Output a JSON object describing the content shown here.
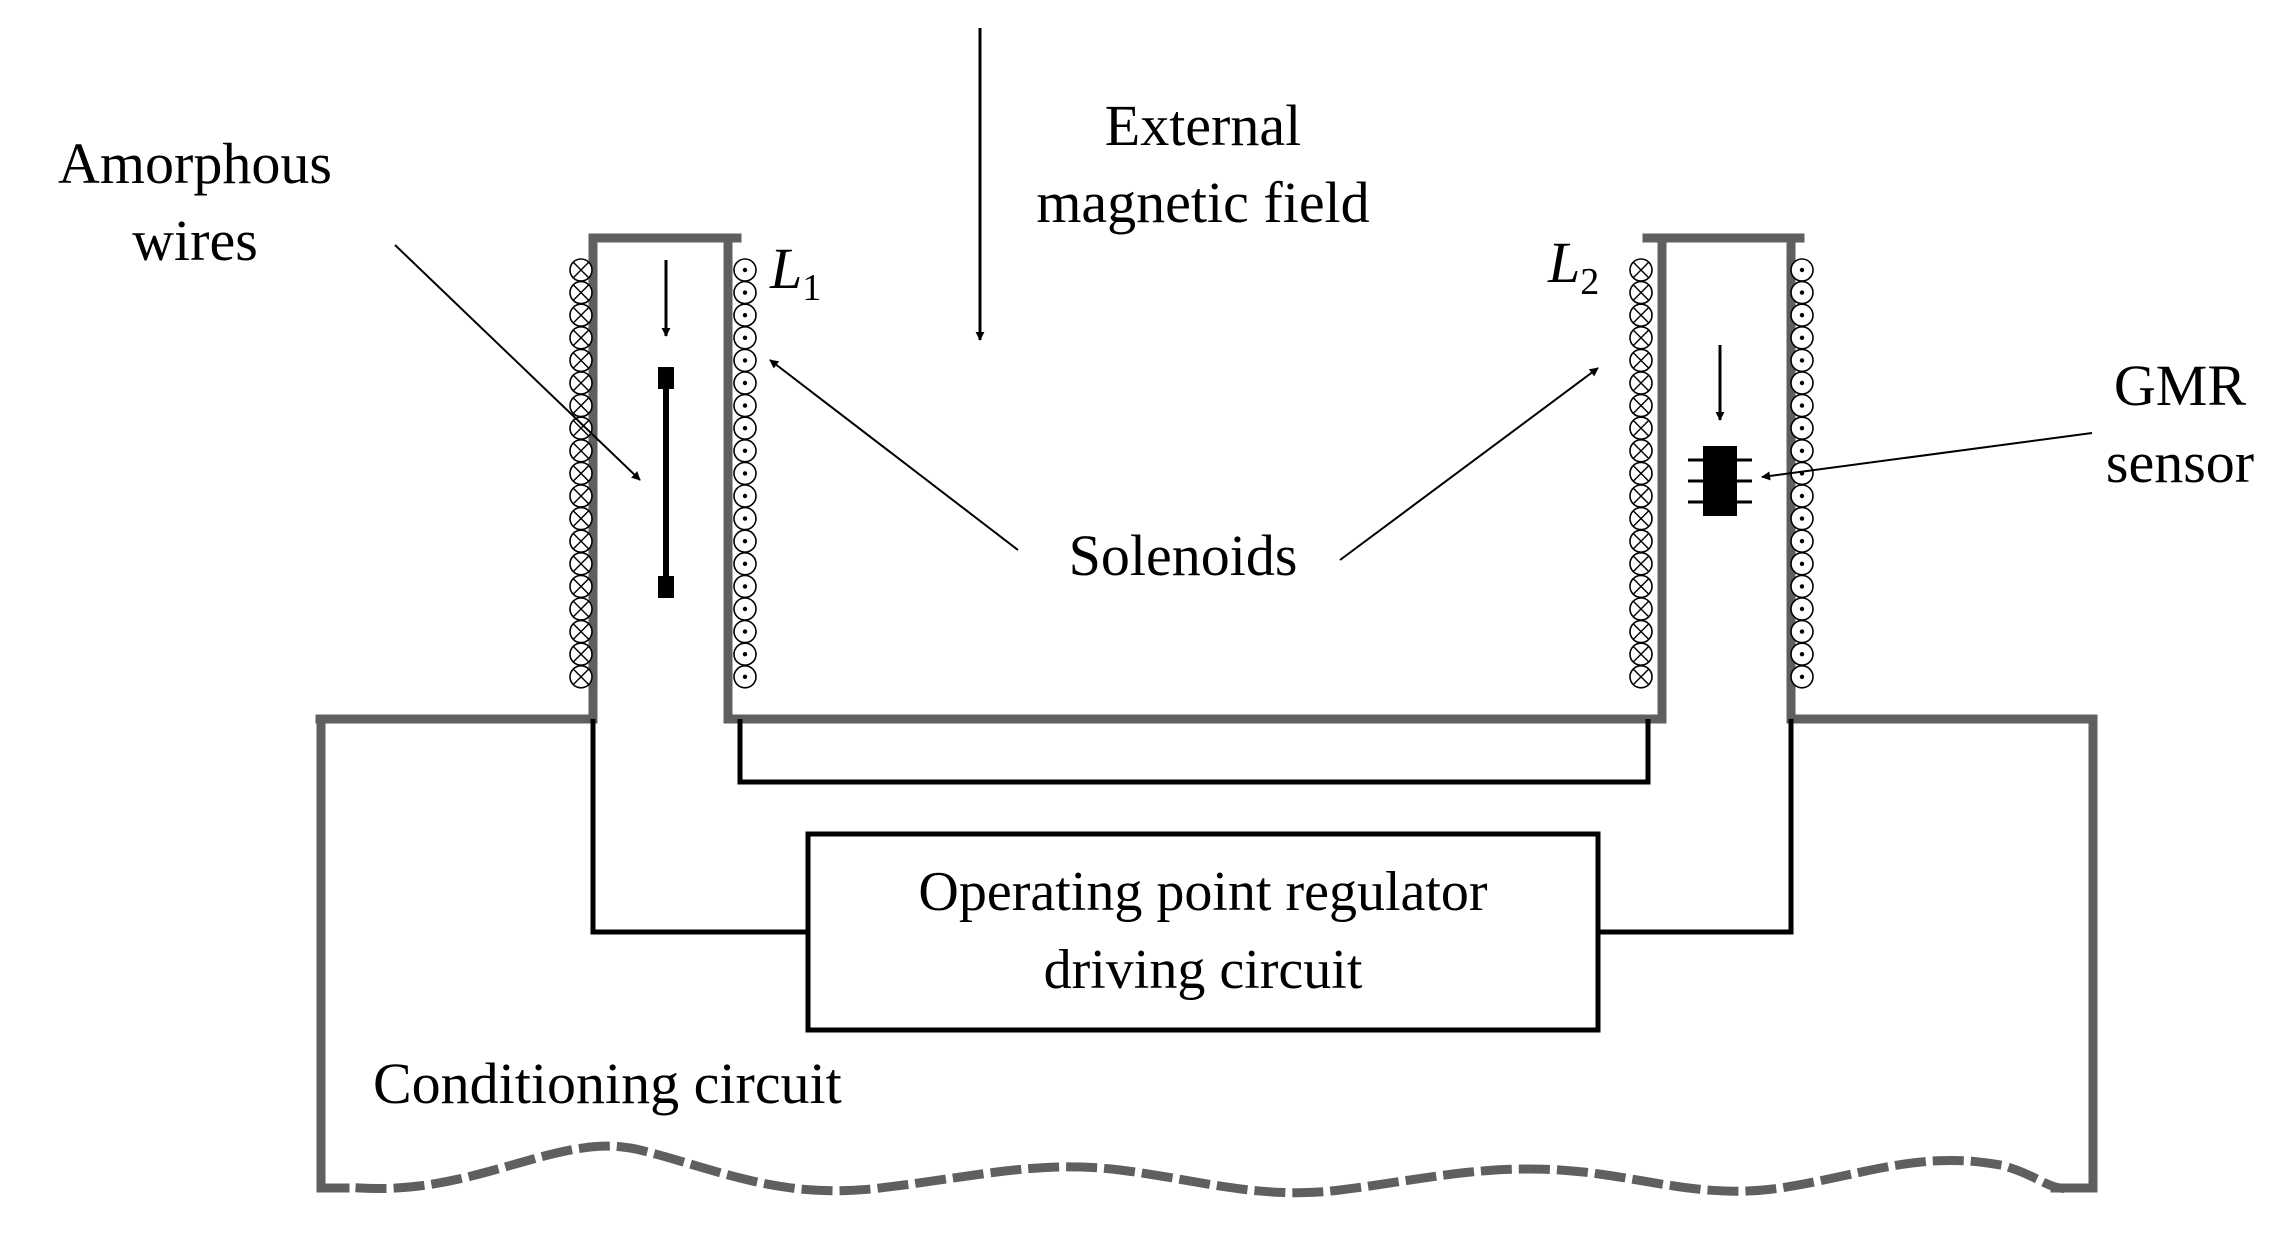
{
  "labels": {
    "external_field": [
      "External",
      "magnetic field"
    ],
    "amorphous_wires": [
      "Amorphous",
      "wires"
    ],
    "solenoids": "Solenoids",
    "gmr_sensor": [
      "GMR",
      "sensor"
    ],
    "l1": {
      "letter": "L",
      "sub": "1"
    },
    "l2": {
      "letter": "L",
      "sub": "2"
    },
    "regulator_box": [
      "Operating point regulator",
      "driving circuit"
    ],
    "conditioning_circuit": "Conditioning circuit"
  },
  "colors": {
    "frame_gray": "#5f5f5f",
    "line_black": "#000000",
    "background": "#ffffff"
  },
  "symbols": {
    "left_outer_winding": "cross-in-circle",
    "left_inner_winding": "dot-in-circle",
    "right_inner_winding": "cross-in-circle",
    "right_outer_winding": "dot-in-circle"
  }
}
